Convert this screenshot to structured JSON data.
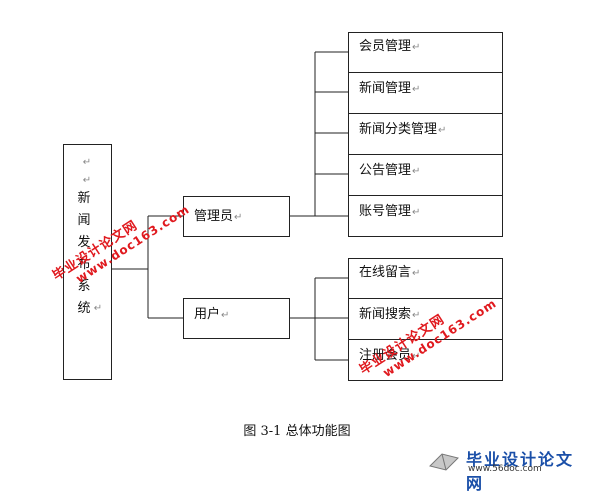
{
  "diagram": {
    "root": {
      "chars": [
        "新",
        "闻",
        "发",
        "布",
        "系",
        "统"
      ]
    },
    "branches": [
      {
        "label": "管理员",
        "children": [
          "会员管理",
          "新闻管理",
          "新闻分类管理",
          "公告管理",
          "账号管理"
        ]
      },
      {
        "label": "用户",
        "children": [
          "在线留言",
          "新闻搜索",
          "注册会员"
        ]
      }
    ],
    "para_mark": "↵",
    "caption": "图 3-1  总体功能图"
  },
  "watermark": {
    "cn": "毕业设计论文网",
    "url": "www.doc163.com",
    "color": "#e0191e"
  },
  "corner_logo": {
    "title": "毕业设计论文网",
    "url": "www.56doc.com",
    "color": "#1a4fa8"
  }
}
